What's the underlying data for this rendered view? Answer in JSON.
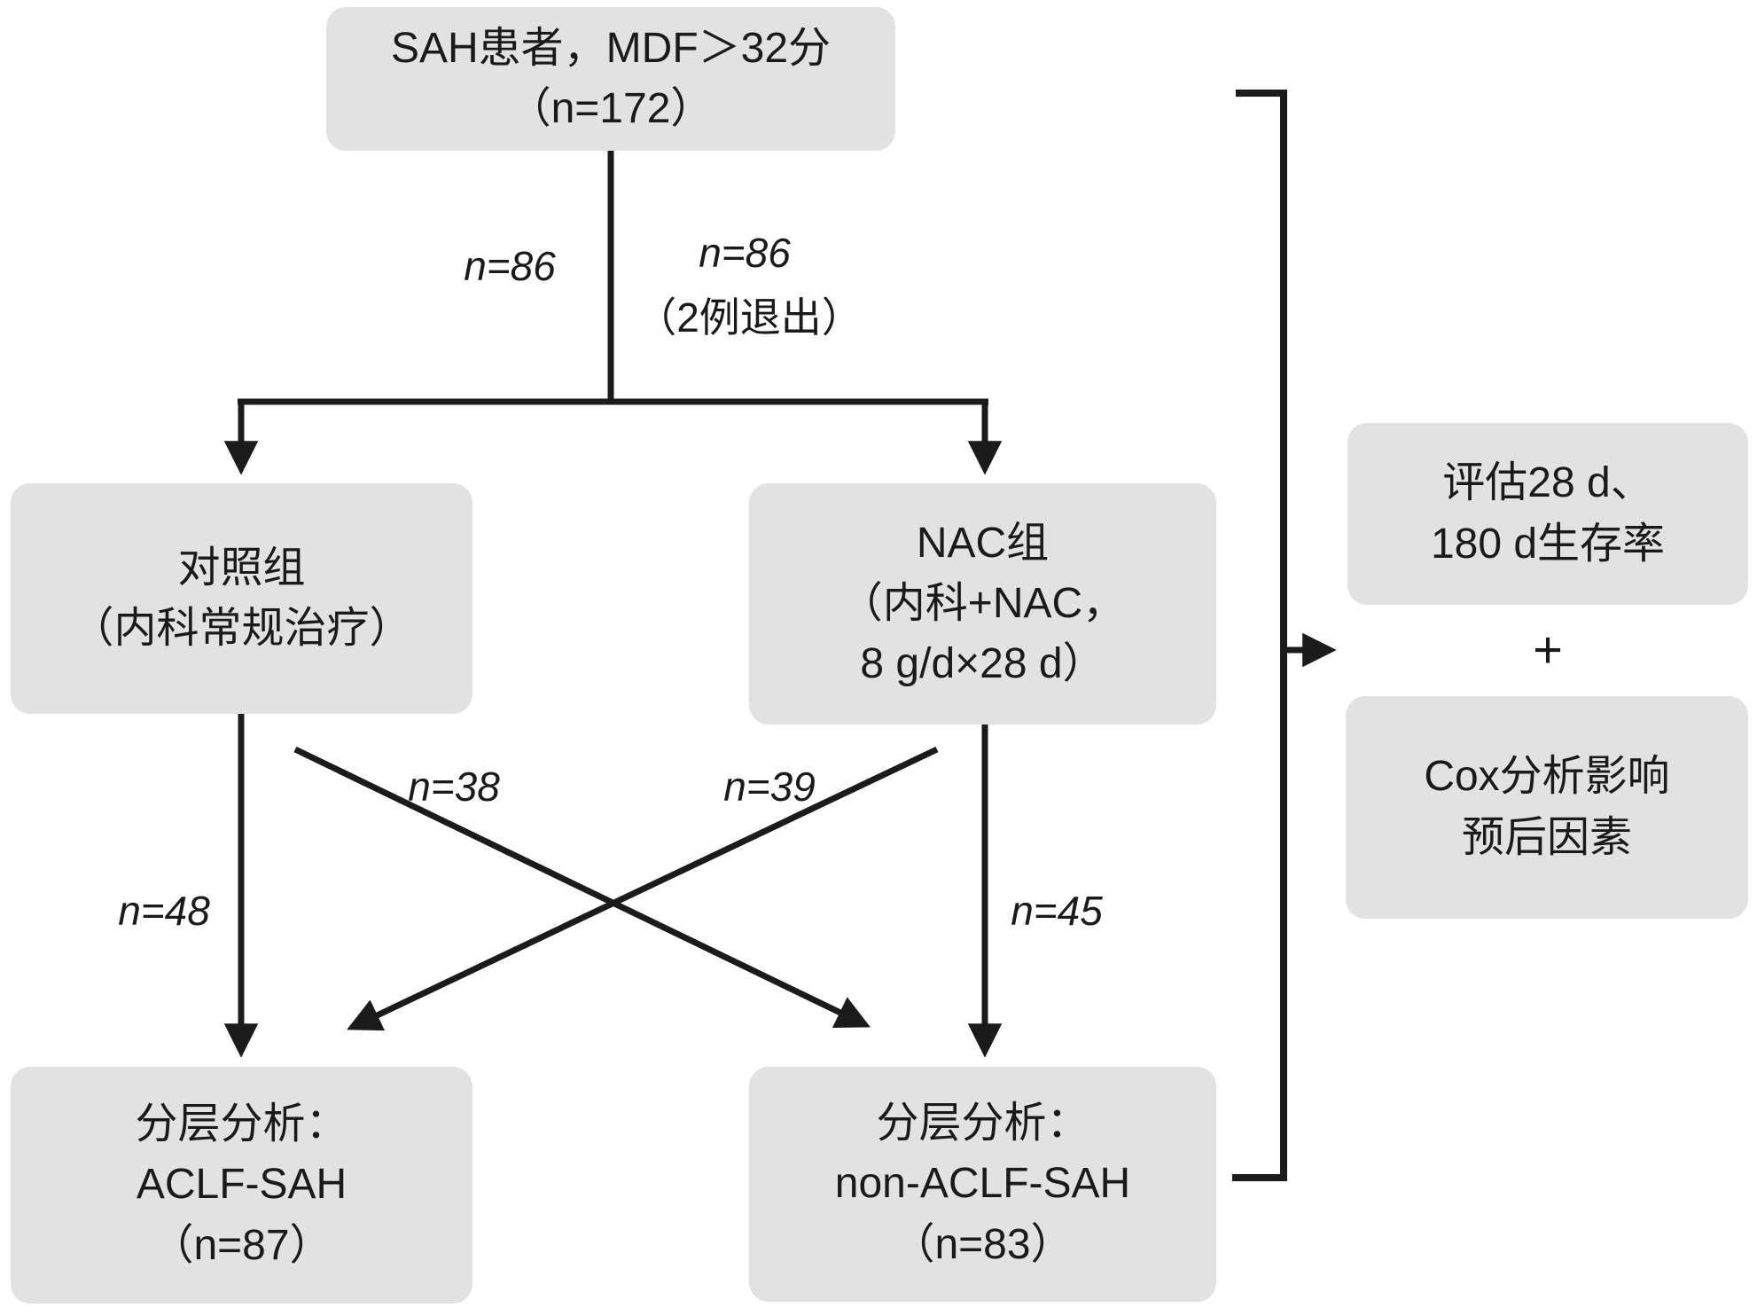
{
  "figure": {
    "boxes": {
      "top": {
        "lines": [
          "SAH患者，MDF＞32分",
          "（n=172）"
        ]
      },
      "control": {
        "lines": [
          "对照组",
          "（内科常规治疗）"
        ]
      },
      "nac": {
        "lines": [
          "NAC组",
          "（内科+NAC，",
          "8 g/d×28 d）"
        ]
      },
      "strat_aclf": {
        "lines": [
          "分层分析：",
          "ACLF-SAH",
          "（n=87）"
        ]
      },
      "strat_non_aclf": {
        "lines": [
          "分层分析：",
          "non-ACLF-SAH",
          "（n=83）"
        ]
      },
      "eval": {
        "lines": [
          "评估28 d、",
          "180 d生存率"
        ]
      },
      "cox": {
        "lines": [
          "Cox分析影响",
          "预后因素"
        ]
      }
    },
    "edge_labels": {
      "control_n": "n=86",
      "nac_n": "n=86",
      "nac_dropout": "（2例退出）",
      "control_to_aclf": "n=48",
      "control_to_non_aclf": "n=38",
      "nac_to_aclf": "n=39",
      "nac_to_non_aclf": "n=45",
      "plus": "+"
    },
    "colors": {
      "box_fill": "#e2e2e2",
      "line": "#1b1b1b",
      "text": "#1a1a1a",
      "background": "#ffffff"
    }
  }
}
